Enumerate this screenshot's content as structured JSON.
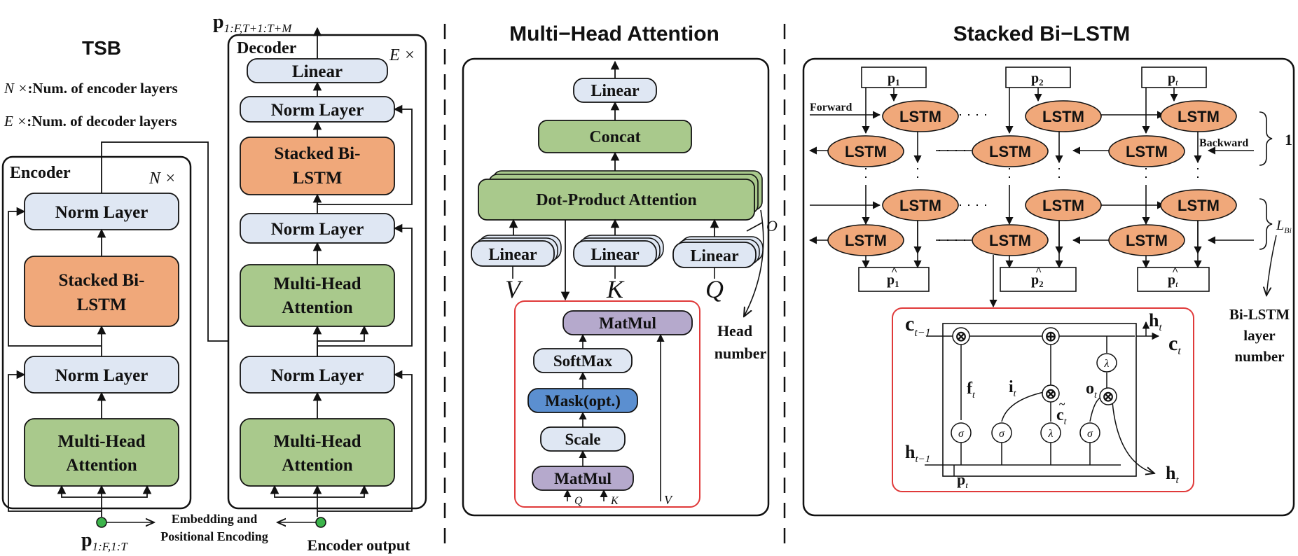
{
  "colors": {
    "norm": "#dfe7f3",
    "green": "#a9c98c",
    "orange": "#f0a87a",
    "purple": "#b5a9cc",
    "blue": "#5b8fd0",
    "node": "#3cb44b",
    "red": "#e03a3a"
  },
  "tsb": {
    "title": "TSB",
    "legend_n_sym": "N ×",
    "legend_n": ":Num. of encoder layers",
    "legend_e_sym": "E ×",
    "legend_e": ":Num. of decoder layers",
    "output_main": "p",
    "output_sub": "1:F,T+1:T+M",
    "input_main": "p",
    "input_sub": "1:F,1:T",
    "embedding_1": "Embedding and",
    "embedding_2": "Positional Encoding",
    "encoder_output": "Encoder output",
    "encoder": {
      "title": "Encoder",
      "repeat": "N ×",
      "norm": "Norm Layer",
      "bilstm_1": "Stacked Bi-",
      "bilstm_2": "LSTM",
      "mha_1": "Multi-Head",
      "mha_2": "Attention"
    },
    "decoder": {
      "title": "Decoder",
      "repeat": "E ×",
      "linear": "Linear",
      "norm": "Norm Layer",
      "bilstm_1": "Stacked Bi-",
      "bilstm_2": "LSTM",
      "mha_1": "Multi-Head",
      "mha_2": "Attention"
    }
  },
  "mha": {
    "title": "Multi−Head Attention",
    "linear": "Linear",
    "concat": "Concat",
    "dpa": "Dot-Product Attention",
    "head_sym": "O",
    "head_label_1": "Head",
    "head_label_2": "number",
    "v": "V",
    "k": "K",
    "q": "Q",
    "matmul": "MatMul",
    "softmax": "SoftMax",
    "mask": "Mask(opt.)",
    "scale": "Scale",
    "small_q": "Q",
    "small_k": "K",
    "small_v": "V"
  },
  "bilstm": {
    "title": "Stacked Bi−LSTM",
    "lstm": "LSTM",
    "forward": "Forward",
    "backward": "Backward",
    "one": "1",
    "lbi_main": "L",
    "lbi_sub": "Bi",
    "layer_label_1": "Bi-LSTM",
    "layer_label_2": "layer",
    "layer_label_3": "number",
    "p_main": "p",
    "p_subs": [
      "1",
      "2",
      "t"
    ],
    "cell": {
      "c_prev": "c",
      "c_prev_sub": "t−1",
      "h_prev": "h",
      "h_prev_sub": "t−1",
      "c_out": "c",
      "c_out_sub": "t",
      "h_top": "h",
      "h_top_sub": "t",
      "h_out": "h",
      "h_out_sub": "t",
      "f": "f",
      "i": "i",
      "o": "o",
      "ct": "c",
      "gate_sub": "t",
      "p_in": "p",
      "p_in_sub": "t",
      "sigma": "σ",
      "lambda": "λ",
      "times": "⊗",
      "plus": "⊕"
    }
  }
}
